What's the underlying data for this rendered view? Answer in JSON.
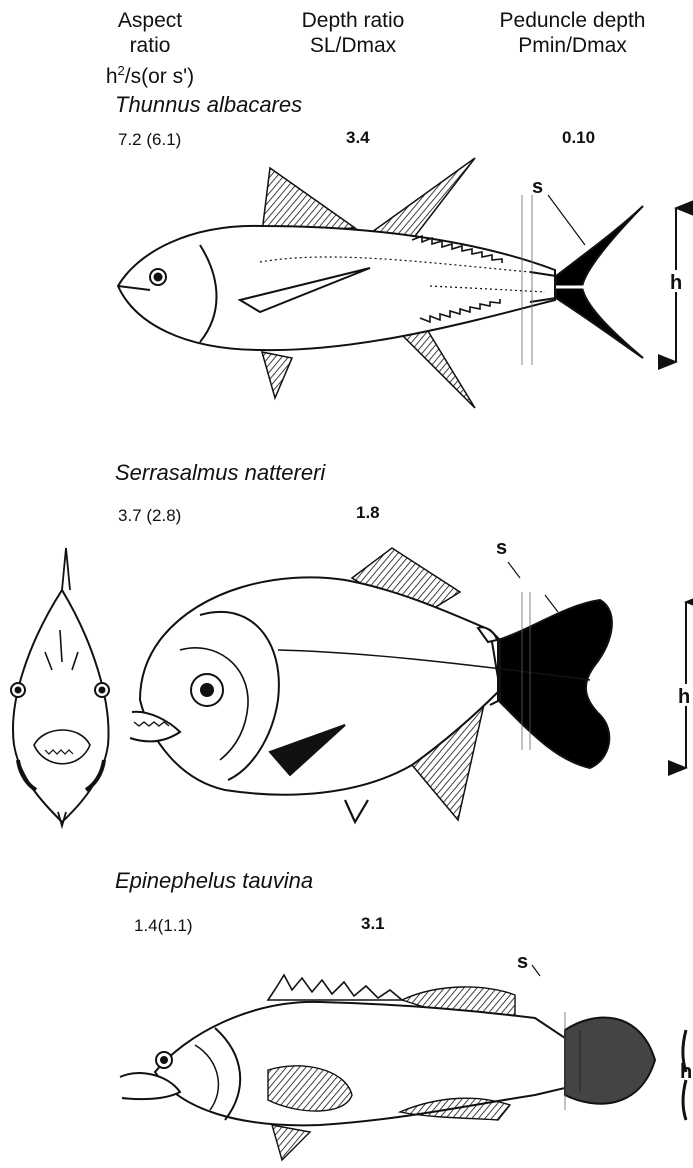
{
  "headers": {
    "aspect": {
      "line1": "Aspect ratio",
      "line2_pre": "h",
      "line2_sup": "2",
      "line2_post": "/s(or s')"
    },
    "depth": {
      "line1": "Depth ratio",
      "line2": "SL/Dmax"
    },
    "peduncle": {
      "line1": "Peduncle depth",
      "line2": "Pmin/Dmax"
    }
  },
  "species": [
    {
      "name": "Thunnus albacares",
      "aspect": "7.2 (6.1)",
      "depth": "3.4",
      "peduncle": "0.10"
    },
    {
      "name": "Serrasalmus nattereri",
      "aspect": "3.7 (2.8)",
      "depth": "1.8"
    },
    {
      "name": "Epinephelus tauvina",
      "aspect": "1.4(1.1)",
      "depth": "3.1"
    }
  ],
  "labels": {
    "span": "s",
    "height": "h"
  },
  "colors": {
    "ink": "#111111",
    "fill_tail": "#000000",
    "gray_tail": "#444444"
  }
}
